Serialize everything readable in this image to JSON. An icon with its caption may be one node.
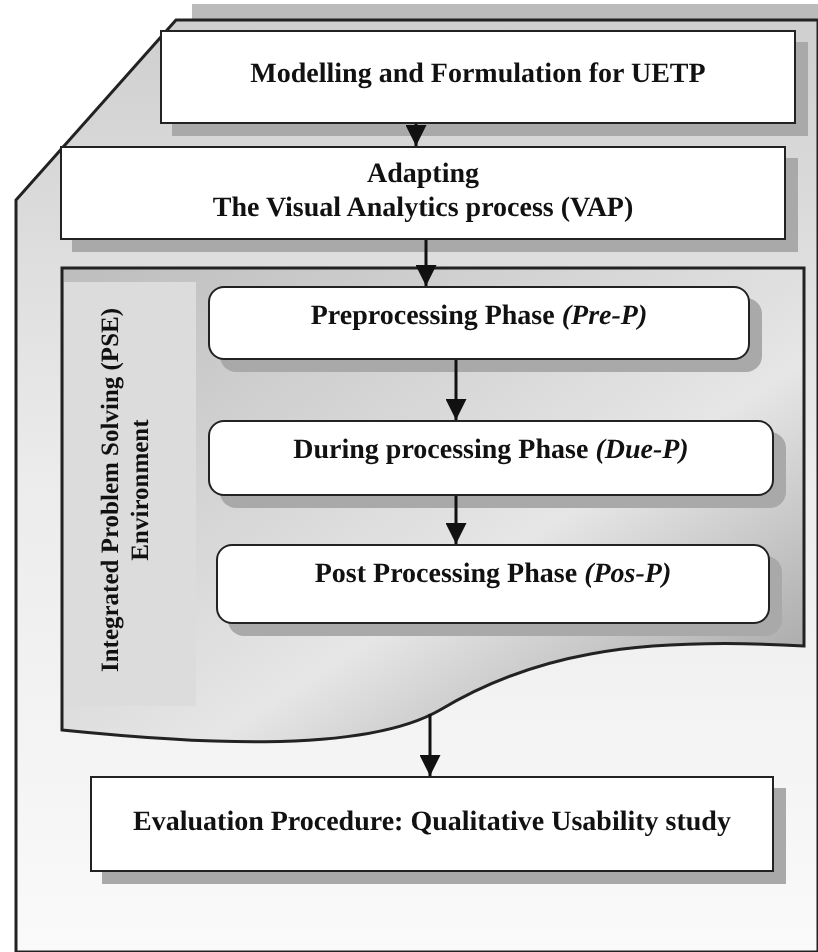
{
  "diagram": {
    "nodes": [
      {
        "text": [
          "Modelling and Formulation for UETP"
        ]
      },
      {
        "text": [
          "Adapting",
          "The Visual Analytics process (VAP)"
        ]
      },
      {
        "text": [
          "Integrated Problem Solving (PSE) Environment"
        ]
      },
      {
        "text": [
          "Preprocessing Phase *(Pre-P)*"
        ],
        "in": 2
      },
      {
        "text": [
          "During processing Phase *(Due-P)*"
        ],
        "in": 2
      },
      {
        "text": [
          "Post Processing Phase *(Pos-P)*"
        ],
        "in": 2
      },
      {
        "text": [
          "Evaluation Procedure: Qualitative Usability study"
        ]
      }
    ],
    "edges": [
      {
        "from": 0,
        "to": 1,
        "arrow": "to"
      },
      {
        "from": 1,
        "to": 3,
        "arrow": "to"
      },
      {
        "from": 3,
        "to": 4,
        "arrow": "to"
      },
      {
        "from": 4,
        "to": 5,
        "arrow": "to"
      },
      {
        "from": 2,
        "to": 6,
        "arrow": "to"
      }
    ]
  }
}
